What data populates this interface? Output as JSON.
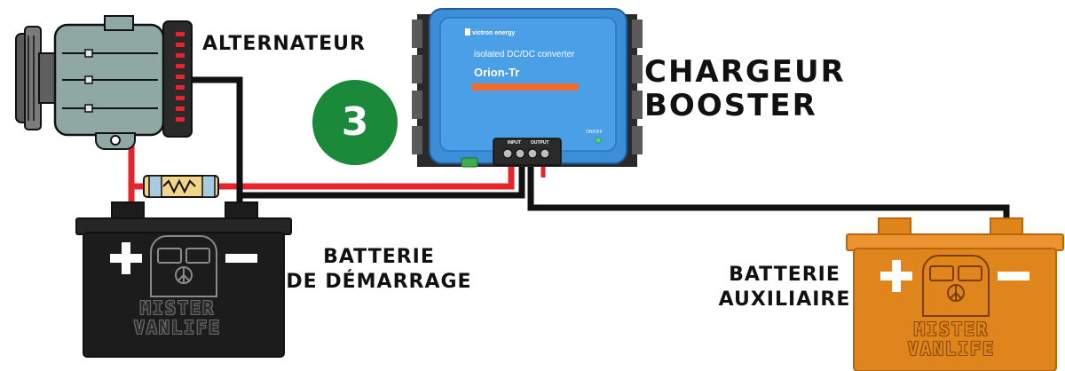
{
  "labels": {
    "alternator": "ALTERNATEUR",
    "charger_line1": "CHARGEUR",
    "charger_line2": "BOOSTER",
    "start_battery_line1": "BATTERIE",
    "start_battery_line2": "DE DÉMARRAGE",
    "aux_battery_line1": "BATTERIE",
    "aux_battery_line2": "AUXILIAIRE"
  },
  "step_badge": {
    "number": "3",
    "color": "#1a8a3a"
  },
  "converter": {
    "brand": "victron energy",
    "subtitle": "isolated DC/DC converter",
    "model": "Orion-Tr",
    "input_label": "INPUT",
    "output_label": "OUTPUT",
    "led_label": "ON/OFF",
    "body_color": "#3a8fd8",
    "stripe_color": "#f26a2a"
  },
  "start_battery": {
    "plus": "+",
    "minus": "−",
    "brand_line1": "MISTER",
    "brand_line2": "VANLIFE",
    "color": "#1c1c1c"
  },
  "aux_battery": {
    "plus": "+",
    "minus": "−",
    "brand_line1": "MISTER",
    "brand_line2": "VANLIFE",
    "color": "#e0841c"
  },
  "wires": {
    "positive_color": "#e8242b",
    "negative_color": "#111111"
  },
  "alternator": {
    "body_color": "#8fa8a4"
  }
}
